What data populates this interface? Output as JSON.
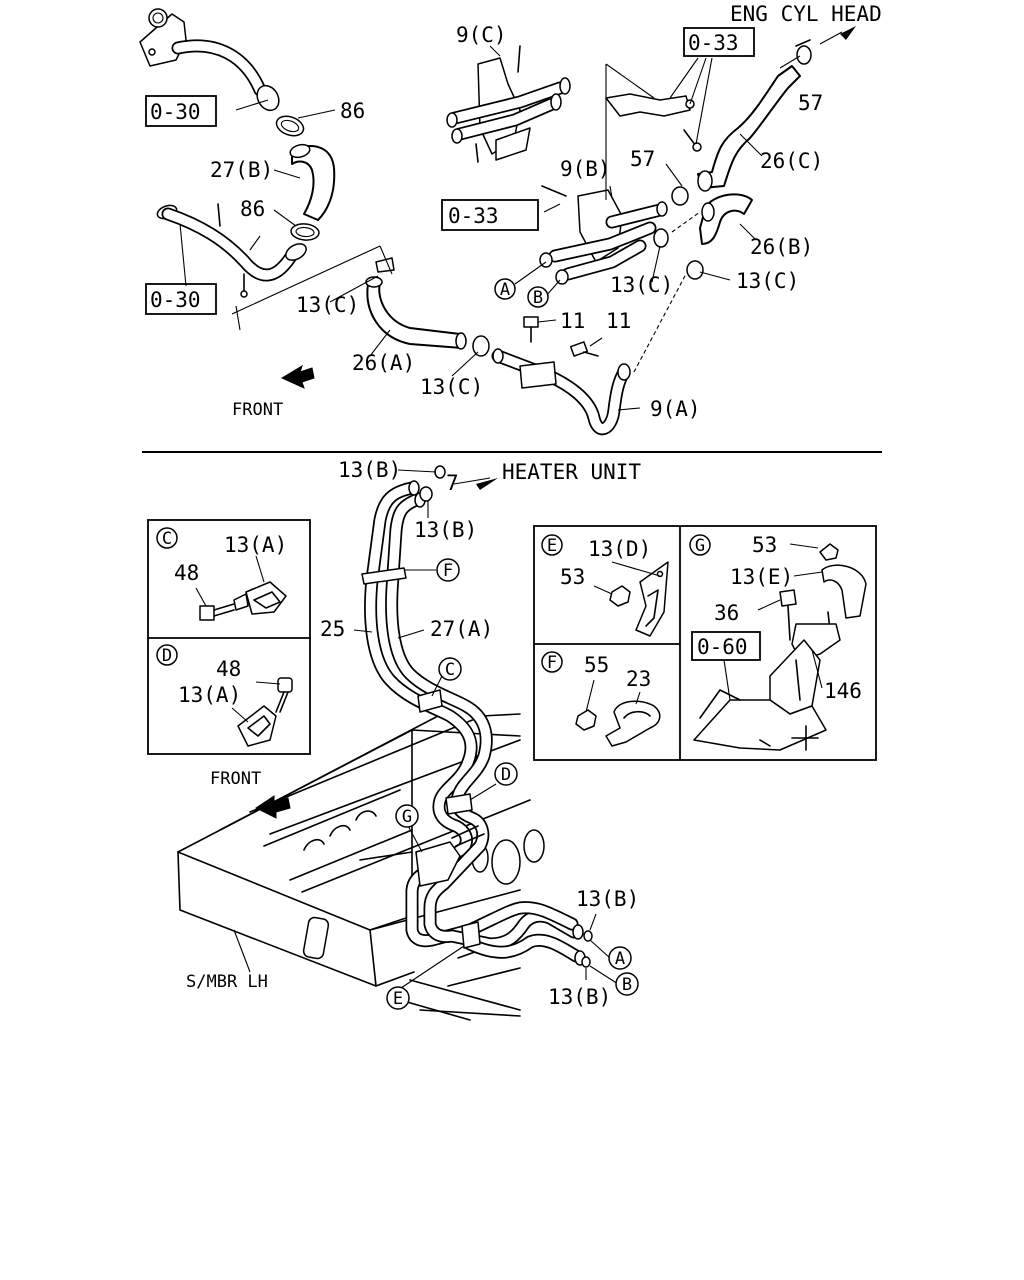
{
  "top_view": {
    "destination_label": "ENG CYL HEAD",
    "front_label": "FRONT",
    "refs": [
      "0-30",
      "0-30",
      "0-33",
      "0-33"
    ],
    "parts": {
      "p86a": "86",
      "p86b": "86",
      "p27b": "27(B)",
      "p9c": "9(C)",
      "p9b": "9(B)",
      "p9a": "9(A)",
      "p57a": "57",
      "p57b": "57",
      "p26c": "26(C)",
      "p26b": "26(B)",
      "p26a": "26(A)",
      "p13c_1": "13(C)",
      "p13c_2": "13(C)",
      "p13c_3": "13(C)",
      "p13c_4": "13(C)",
      "p11a": "11",
      "p11b": "11"
    },
    "markers": [
      "A",
      "B"
    ]
  },
  "bottom_view": {
    "destination_label": "HEATER UNIT",
    "front_label": "FRONT",
    "member_label": "S/MBR LH",
    "parts": {
      "p13b_1": "13(B)",
      "p7": "7",
      "p13b_2": "13(B)",
      "p25": "25",
      "p27a": "27(A)",
      "p13b_3": "13(B)",
      "p13b_4": "13(B)"
    },
    "markers": [
      "F",
      "C",
      "D",
      "G",
      "E",
      "A",
      "B"
    ]
  },
  "detail_c": {
    "marker": "C",
    "p13a": "13(A)",
    "p48": "48"
  },
  "detail_d": {
    "marker": "D",
    "p48": "48",
    "p13a": "13(A)"
  },
  "detail_e": {
    "marker": "E",
    "p13d": "13(D)",
    "p53": "53"
  },
  "detail_f": {
    "marker": "F",
    "p55": "55",
    "p23": "23"
  },
  "detail_g": {
    "marker": "G",
    "p53": "53",
    "p13e": "13(E)",
    "p36": "36",
    "ref": "0-60",
    "p146": "146"
  }
}
